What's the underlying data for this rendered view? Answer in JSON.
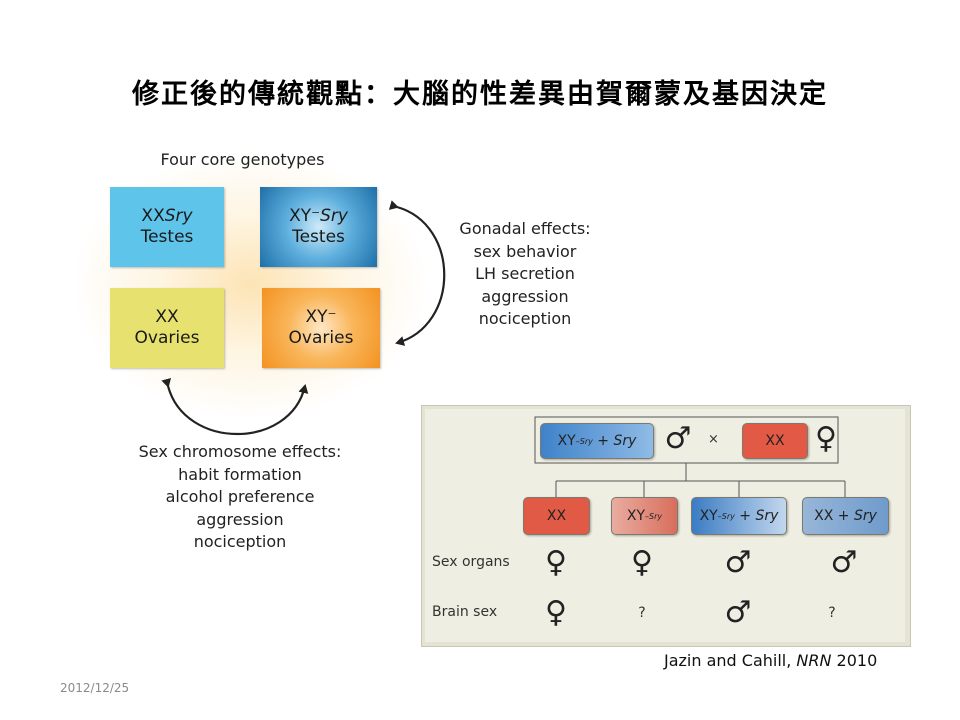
{
  "slide": {
    "title": "修正後的傳統觀點：大腦的性差異由賀爾蒙及基因決定",
    "date": "2012/12/25"
  },
  "core": {
    "title": "Four core genotypes",
    "boxes": [
      {
        "genotype_prefix": "XX",
        "genotype_italic": "Sry",
        "gonad": "Testes",
        "color": "#5fc4ea"
      },
      {
        "genotype_prefix": "XY⁻",
        "genotype_italic": "Sry",
        "gonad": "Testes",
        "color": "#1e6fa8"
      },
      {
        "genotype_prefix": "XX",
        "genotype_italic": "",
        "gonad": "Ovaries",
        "color": "#e7e26f"
      },
      {
        "genotype_prefix": "XY⁻",
        "genotype_italic": "",
        "gonad": "Ovaries",
        "color": "#f39221"
      }
    ]
  },
  "gonadal_effects": {
    "heading": "Gonadal effects:",
    "items": [
      "sex behavior",
      "LH secretion",
      "aggression",
      "nociception"
    ]
  },
  "sex_chromosome_effects": {
    "heading": "Sex chromosome effects:",
    "items": [
      "habit formation",
      "alcohol preference",
      "aggression",
      "nociception"
    ]
  },
  "cross_panel": {
    "parent_male": {
      "base": "XY",
      "sup": "–Sry",
      "plus": " + ",
      "italic": "Sry",
      "symbol": "♂"
    },
    "parent_female": {
      "label": "XX",
      "symbol": "♀"
    },
    "times": "×",
    "offspring": [
      {
        "base": "XX",
        "sup": "",
        "plus": "",
        "italic": "",
        "sex_organs": "♀",
        "brain_sex": "♀"
      },
      {
        "base": "XY",
        "sup": "–Sry",
        "plus": "",
        "italic": "",
        "sex_organs": "♀",
        "brain_sex": "?"
      },
      {
        "base": "XY",
        "sup": "–Sry",
        "plus": " + ",
        "italic": "Sry",
        "sex_organs": "♂",
        "brain_sex": "♂"
      },
      {
        "base": "XX",
        "sup": "",
        "plus": " + ",
        "italic": "Sry",
        "sex_organs": "♂",
        "brain_sex": "?"
      }
    ],
    "row_labels": {
      "sex_organs": "Sex organs",
      "brain_sex": "Brain sex"
    }
  },
  "citation": {
    "authors": "Jazin and Cahill, ",
    "journal": "NRN",
    "year": " 2010"
  }
}
